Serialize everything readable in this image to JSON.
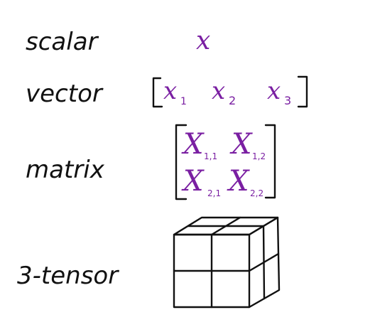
{
  "labels": {
    "scalar": "scalar",
    "vector": "vector",
    "matrix": "matrix",
    "tensor": "3-tensor"
  },
  "scalar": {
    "symbol": "x"
  },
  "vector": {
    "entries": [
      {
        "symbol": "x",
        "index": "1"
      },
      {
        "symbol": "x",
        "index": "2"
      },
      {
        "symbol": "x",
        "index": "3"
      }
    ]
  },
  "matrix": {
    "entries": [
      {
        "symbol": "X",
        "index": "1,1"
      },
      {
        "symbol": "X",
        "index": "1,2"
      },
      {
        "symbol": "X",
        "index": "2,1"
      },
      {
        "symbol": "X",
        "index": "2,2"
      }
    ]
  },
  "tensor": {
    "shape": "2x2x2 cube"
  },
  "colors": {
    "ink": "#111111",
    "variable": "#7a1fa2"
  }
}
